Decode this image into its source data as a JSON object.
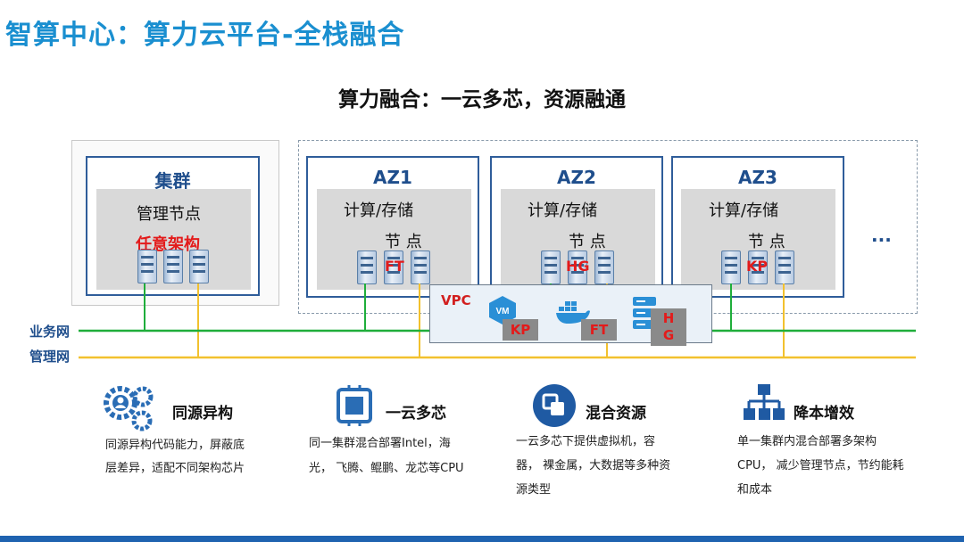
{
  "title": "智算中心：算力云平台-全栈融合",
  "subtitle": "算力融合：一云多芯，资源融通",
  "cluster": {
    "title": "集群",
    "node_label": "管理节点",
    "arch_label": "任意架构"
  },
  "azs": [
    {
      "name": "AZ1",
      "line1": "计算/存储",
      "line2": "节 点",
      "chip": "FT"
    },
    {
      "name": "AZ2",
      "line1": "计算/存储",
      "line2": "节 点",
      "chip": "HG"
    },
    {
      "name": "AZ3",
      "line1": "计算/存储",
      "line2": "节 点",
      "chip": "KP"
    }
  ],
  "az_more": "...",
  "vpc": {
    "label": "VPC",
    "vm_icon_text": "VM",
    "tags": [
      "KP",
      "FT",
      "H",
      "G"
    ]
  },
  "networks": {
    "business": {
      "label": "业务网",
      "color": "#1fae3b"
    },
    "management": {
      "label": "管理网",
      "color": "#f2c12e"
    }
  },
  "features": [
    {
      "icon": "gears-user-icon",
      "title": "同源异构",
      "desc_lines": [
        "同源异构代码能力，屏蔽底",
        "层差异，适配不同架构芯片"
      ]
    },
    {
      "icon": "cpu-chip-icon",
      "title": "一云多芯",
      "desc_lines": [
        "同一集群混合部署Intel，海",
        "光， 飞腾、鲲鹏、龙芯等CPU"
      ]
    },
    {
      "icon": "overlap-squares-icon",
      "title": "混合资源",
      "desc_lines": [
        "一云多芯下提供虚拟机，容",
        "器， 裸金属，大数据等多种资",
        "源类型"
      ]
    },
    {
      "icon": "hierarchy-icon",
      "title": "降本增效",
      "desc_lines": [
        "单一集群内混合部署多架构",
        "CPU， 减少管理节点，节约能耗",
        "和成本"
      ]
    }
  ],
  "colors": {
    "title": "#1a8fd0",
    "box_border": "#2f5d9a",
    "accent_red": "#e31b1b",
    "bottom_bar": "#1f63b0"
  }
}
